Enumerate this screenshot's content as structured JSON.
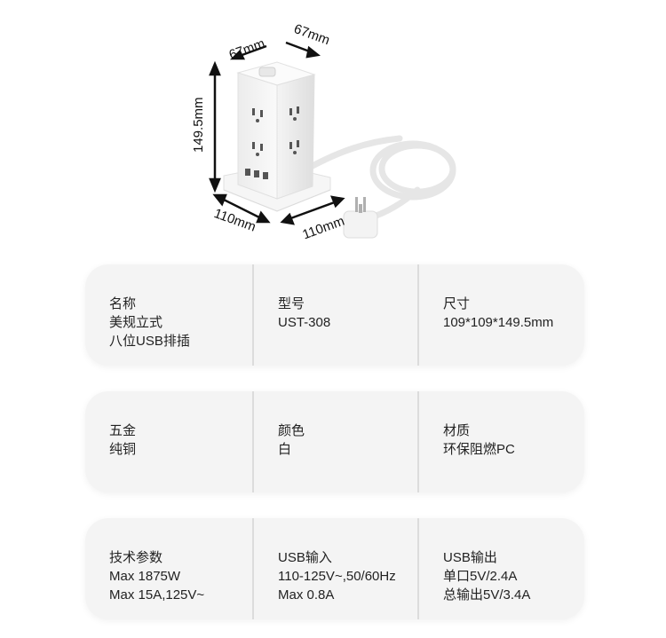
{
  "figure": {
    "dims": {
      "top_left": "67mm",
      "top_right": "67mm",
      "height": "149.5mm",
      "base_left": "110mm",
      "base_right": "110mm"
    }
  },
  "specs": [
    [
      {
        "label": "名称",
        "values": [
          "美规立式",
          "八位USB排插"
        ]
      },
      {
        "label": "型号",
        "values": [
          "UST-308"
        ]
      },
      {
        "label": "尺寸",
        "values": [
          "109*109*149.5mm"
        ]
      }
    ],
    [
      {
        "label": "五金",
        "values": [
          "纯铜"
        ]
      },
      {
        "label": "颜色",
        "values": [
          "白"
        ]
      },
      {
        "label": "材质",
        "values": [
          "环保阻燃PC"
        ]
      }
    ],
    [
      {
        "label": "技术参数",
        "values": [
          "Max 1875W",
          "Max 15A,125V~"
        ]
      },
      {
        "label": "USB输入",
        "values": [
          "110-125V~,50/60Hz",
          "Max 0.8A"
        ]
      },
      {
        "label": "USB输出",
        "values": [
          "单口5V/2.4A",
          "总输出5V/3.4A"
        ]
      }
    ]
  ],
  "colors": {
    "card_bg": "#f4f4f4",
    "divider": "#dcdcdc",
    "product": "#f7f7f7"
  }
}
